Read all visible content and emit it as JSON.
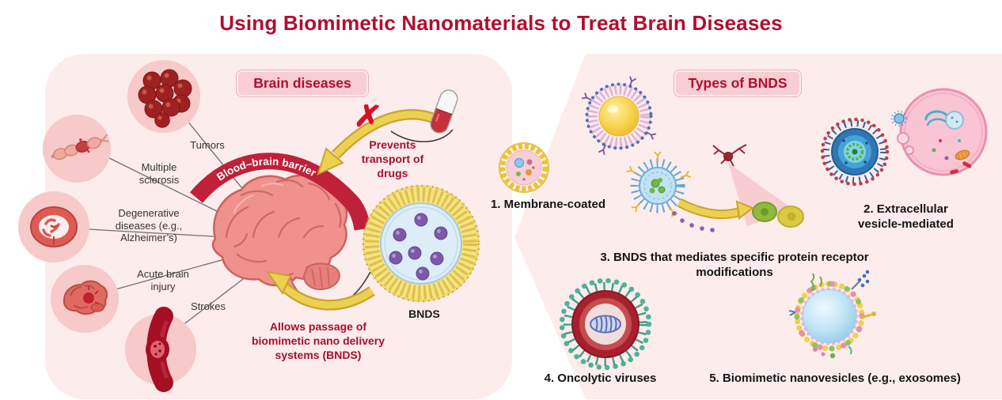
{
  "title": "Using Biomimetic Nanomaterials to Treat Brain Diseases",
  "left_panel": {
    "badge": "Brain diseases",
    "diseases": [
      {
        "label": "Tumors"
      },
      {
        "label": "Multiple sclerosis"
      },
      {
        "label": "Degenerative diseases (e.g., Alzheimer’s)"
      },
      {
        "label": "Acute brain injury"
      },
      {
        "label": "Strokes"
      }
    ],
    "barrier_label": "Blood–brain barrier",
    "blocked_icon": "✗",
    "prevents_text": "Prevents transport of drugs",
    "allows_text": "Allows passage of biomimetic nano delivery systems (BNDS)",
    "bnds_label": "BNDS"
  },
  "right_panel": {
    "badge": "Types of BNDS",
    "types": [
      {
        "label": "1. Membrane-coated"
      },
      {
        "label": "2. Extracellular vesicle-mediated"
      },
      {
        "label": "3. BNDS that mediates specific protein receptor modifications"
      },
      {
        "label": "4. Oncolytic viruses"
      },
      {
        "label": "5. Biomimetic nanovesicles (e.g., exosomes)"
      }
    ]
  },
  "colors": {
    "title_red": "#b30d2f",
    "panel_pink": "#fdecec",
    "badge_pink": "#f6ced3",
    "dark_red_text": "#a50f2d",
    "arrow_yellow": "#ecd052",
    "barrier_red": "#c0203a",
    "bnds_ring_yellow": "#f4e382",
    "bnds_core_blue": "#dcedf8",
    "cargo_purple": "#7d58a8"
  }
}
